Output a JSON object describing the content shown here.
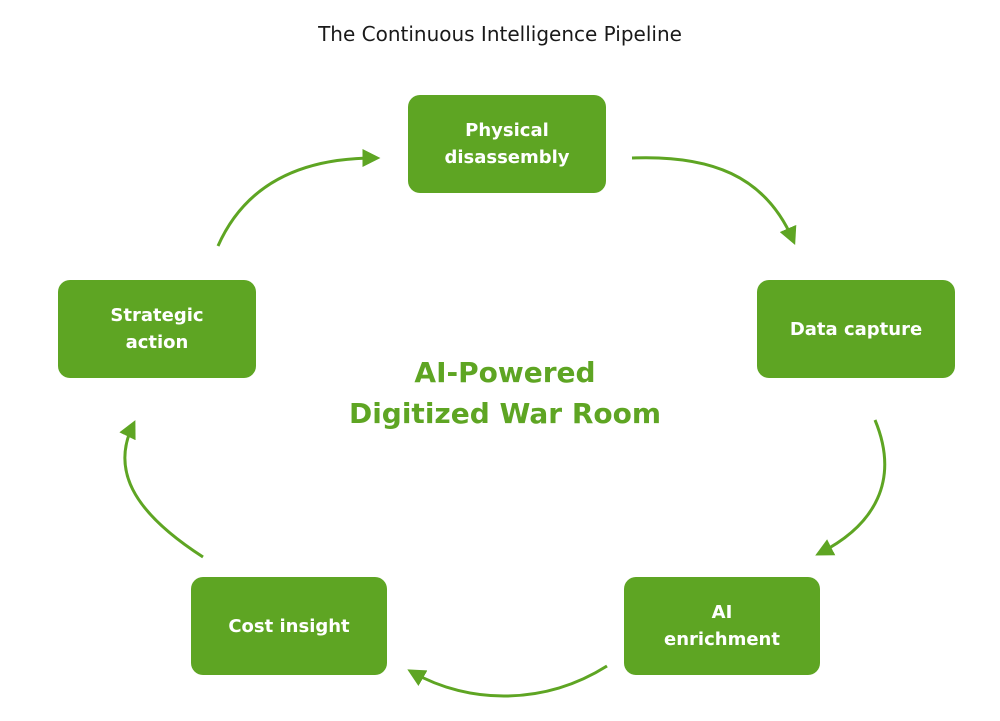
{
  "diagram": {
    "title": "The Continuous Intelligence Pipeline",
    "center_label": "AI-Powered\nDigitized War Room",
    "accent_color": "#5ea523",
    "nodes": [
      {
        "id": "physical",
        "label": "Physical\ndisassembly"
      },
      {
        "id": "data",
        "label": "Data capture"
      },
      {
        "id": "ai",
        "label": "AI\nenrichment"
      },
      {
        "id": "cost",
        "label": "Cost insight"
      },
      {
        "id": "strategic",
        "label": "Strategic\naction"
      }
    ],
    "edges": [
      {
        "from": "physical",
        "to": "data"
      },
      {
        "from": "data",
        "to": "ai"
      },
      {
        "from": "ai",
        "to": "cost"
      },
      {
        "from": "cost",
        "to": "strategic"
      },
      {
        "from": "strategic",
        "to": "physical"
      }
    ]
  }
}
